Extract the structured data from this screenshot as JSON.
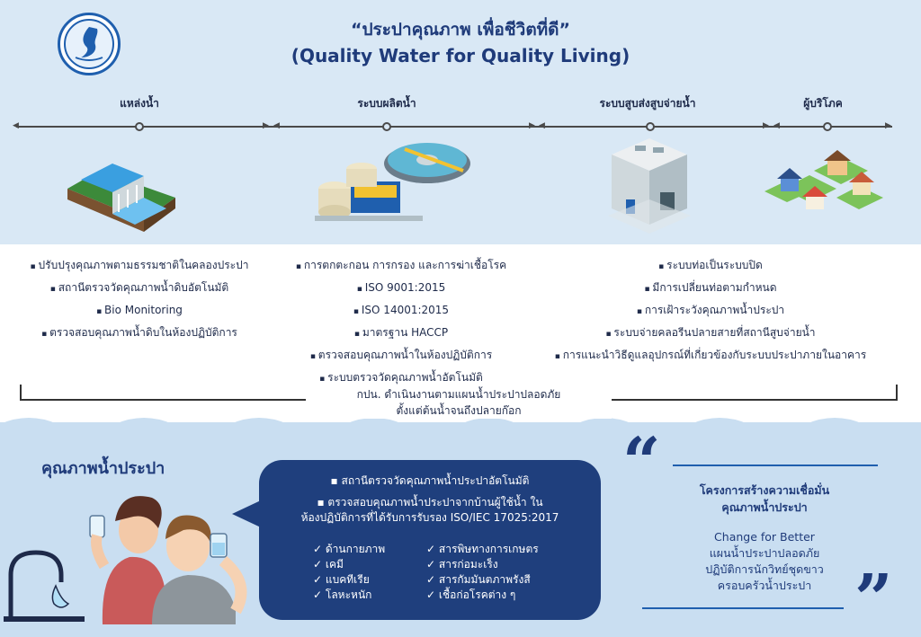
{
  "header": {
    "title_th": "“ประปาคุณภาพ เพื่อชีวิตที่ดี”",
    "title_en": "(Quality Water for Quality Living)"
  },
  "columns": [
    {
      "heading": "แหล่งน้ำ",
      "icon": "dam-icon",
      "items": [
        "ปรับปรุงคุณภาพตามธรรมชาติในคลองประปา",
        "สถานีตรวจวัดคุณภาพน้ำดิบอัตโนมัติ",
        "Bio Monitoring",
        "ตรวจสอบคุณภาพน้ำดิบในห้องปฏิบัติการ"
      ]
    },
    {
      "heading": "ระบบผลิตน้ำ",
      "icon": "treatment-plant-icon",
      "items": [
        "การตกตะกอน การกรอง และการฆ่าเชื้อโรค",
        "ISO 9001:2015",
        "ISO 14001:2015",
        "มาตรฐาน HACCP",
        "ตรวจสอบคุณภาพน้ำในห้องปฏิบัติการ",
        "ระบบตรวจวัดคุณภาพน้ำอัตโนมัติ"
      ]
    },
    {
      "heading": "ระบบสูบส่งสูบจ่ายน้ำ",
      "icon": "pumping-station-icon",
      "items": [
        "ระบบท่อเป็นระบบปิด",
        "มีการเปลี่ยนท่อตามกำหนด",
        "การเฝ้าระวังคุณภาพน้ำประปา",
        "ระบบจ่ายคลอรีนปลายสายที่สถานีสูบจ่ายน้ำ",
        "การแนะนำวิธีดูแลอุปกรณ์ที่เกี่ยวข้องกับระบบประปาภายในอาคาร"
      ]
    },
    {
      "heading": "ผู้บริโภค",
      "icon": "houses-icon",
      "items": []
    }
  ],
  "bracket": {
    "line1": "กปน. ดำเนินงานตามแผนน้ำประปาปลอดภัย",
    "line2": "ตั้งแต่ต้นน้ำจนถึงปลายก๊อก"
  },
  "quality": {
    "title": "คุณภาพน้ำประปา",
    "bubble_line1": "▪ สถานีตรวจวัดคุณภาพน้ำประปาอัตโนมัติ",
    "bubble_line2a": "▪ ตรวจสอบคุณภาพน้ำประปาจากบ้านผู้ใช้น้ำ ใน",
    "bubble_line2b": "ห้องปฏิบัติการที่ได้รับการรับรอง ISO/IEC 17025:2017",
    "checks_left": [
      "ด้านกายภาพ",
      "เคมี",
      "แบคทีเรีย",
      "โลหะหนัก"
    ],
    "checks_right": [
      "สารพิษทางการเกษตร",
      "สารก่อมะเร็ง",
      "สารกัมมันตภาพรังสี",
      "เชื้อก่อโรคต่าง ๆ"
    ]
  },
  "quote": {
    "open_mark": "“",
    "close_mark": "”",
    "title_line1": "โครงการสร้างความเชื่อมั่น",
    "title_line2": "คุณภาพน้ำประปา",
    "body": [
      "Change for Better",
      "แผนน้ำประปาปลอดภัย",
      "ปฏิบัติการนักวิทย์ชุดขาว",
      "ครอบครัวน้ำประปา"
    ]
  },
  "colors": {
    "navy": "#1f3b7a",
    "bubble": "#1f3f7d",
    "top_band": "#d9e8f5",
    "bottom_band": "#c9def1"
  }
}
